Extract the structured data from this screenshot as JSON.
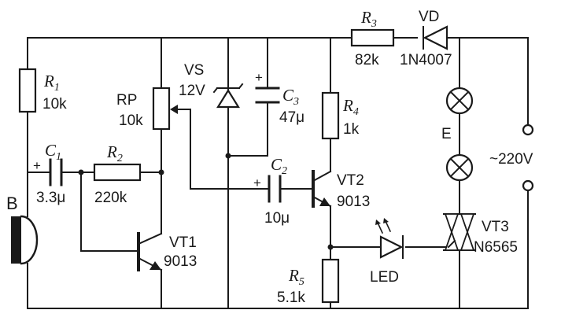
{
  "components": {
    "R1": {
      "letter": "R",
      "sub": "1",
      "value": "10k"
    },
    "C1": {
      "letter": "C",
      "sub": "1",
      "value": "3.3μ",
      "polarity": "+"
    },
    "R2": {
      "letter": "R",
      "sub": "2",
      "value": "220k"
    },
    "B": {
      "label": "B"
    },
    "RP": {
      "label": "RP",
      "value": "10k"
    },
    "VS": {
      "label": "VS",
      "value": "12V"
    },
    "C3": {
      "letter": "C",
      "sub": "3",
      "value": "47μ",
      "polarity": "+"
    },
    "R3": {
      "letter": "R",
      "sub": "3",
      "value": "82k"
    },
    "VD": {
      "label": "VD",
      "value": "1N4007"
    },
    "R4": {
      "letter": "R",
      "sub": "4",
      "value": "1k"
    },
    "C2": {
      "letter": "C",
      "sub": "2",
      "value": "10μ",
      "polarity": "+"
    },
    "VT1": {
      "label": "VT1",
      "value": "9013"
    },
    "VT2": {
      "label": "VT2",
      "value": "9013"
    },
    "R5": {
      "letter": "R",
      "sub": "5",
      "value": "5.1k"
    },
    "LED": {
      "label": "LED"
    },
    "E": {
      "label": "E"
    },
    "VT3": {
      "label": "VT3",
      "value": "N6565"
    },
    "supply": {
      "label": "~220V"
    }
  }
}
